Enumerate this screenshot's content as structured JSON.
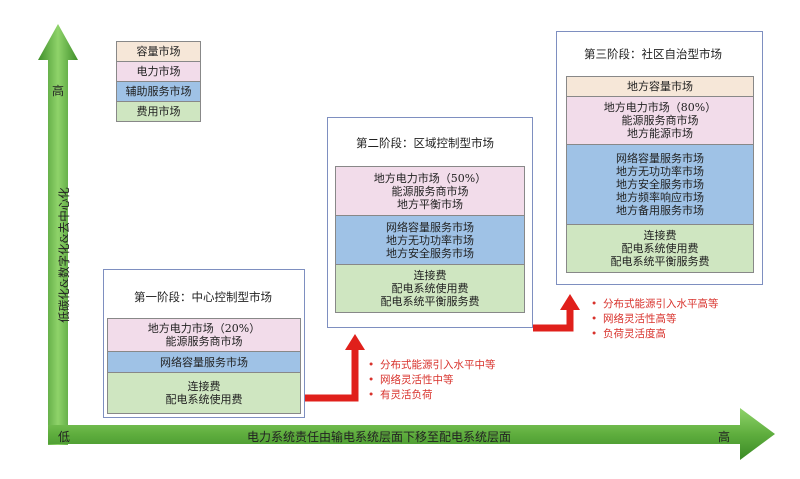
{
  "legend": {
    "items": [
      {
        "label": "容量市场"
      },
      {
        "label": "电力市场"
      },
      {
        "label": "辅助服务市场"
      },
      {
        "label": "费用市场"
      }
    ]
  },
  "axes": {
    "y_title": "低碳化&数字化&去中心化",
    "y_high": "高",
    "x_title": "电力系统责任由输电系统层面下移至配电系统层面",
    "x_low": "低",
    "x_high": "高"
  },
  "stage1": {
    "title": "第一阶段：中心控制型市场",
    "electricity": [
      "地方电力市场（20%）",
      "能源服务商市场"
    ],
    "auxiliary": [
      "网络容量服务市场"
    ],
    "fee": [
      "连接费",
      "配电系统使用费"
    ]
  },
  "stage2": {
    "title": "第二阶段：区域控制型市场",
    "electricity": [
      "地方电力市场（50%）",
      "能源服务商市场",
      "地方平衡市场"
    ],
    "auxiliary": [
      "网络容量服务市场",
      "地方无功功率市场",
      "地方安全服务市场"
    ],
    "fee": [
      "连接费",
      "配电系统使用费",
      "配电系统平衡服务费"
    ]
  },
  "stage3": {
    "title": "第三阶段：社区自治型市场",
    "capacity": [
      "地方容量市场"
    ],
    "electricity": [
      "地方电力市场（80%）",
      "能源服务商市场",
      "地方能源市场"
    ],
    "auxiliary": [
      "网络容量服务市场",
      "地方无功功率市场",
      "地方安全服务市场",
      "地方频率响应市场",
      "地方备用服务市场"
    ],
    "fee": [
      "连接费",
      "配电系统使用费",
      "配电系统平衡服务费"
    ]
  },
  "transition1": {
    "bullet": "•",
    "notes": [
      "分布式能源引入水平中等",
      "网络灵活性中等",
      "有灵活负荷"
    ]
  },
  "transition2": {
    "bullet": "•",
    "notes": [
      "分布式能源引入水平高等",
      "网络灵活性高等",
      "负荷灵活度高"
    ]
  },
  "colors": {
    "axis_green": "#5fae3e",
    "step_red": "#e0201b",
    "capacity": "#f6e7d8",
    "electricity": "#f2dcea",
    "auxiliary": "#9fc2e6",
    "fee": "#cfe6c1"
  }
}
